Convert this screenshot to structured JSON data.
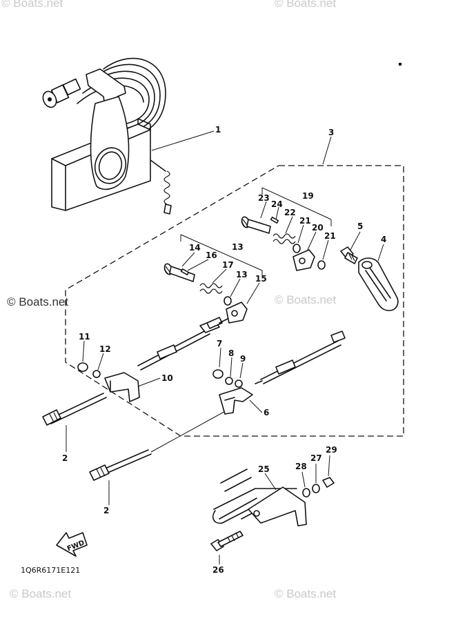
{
  "watermarks": {
    "top_left": "© Boats.net",
    "top_right": "© Boats.net",
    "mid_left": "© Boats.net",
    "mid_right": "© Boats.net",
    "bottom_left": "© Boats.net",
    "bottom_right": "© Boats.net"
  },
  "diagram_code": "1Q6R6171E121",
  "fwd_label": "FWD",
  "callouts": {
    "p1": "1",
    "p2a": "2",
    "p2b": "2",
    "p3": "3",
    "p4": "4",
    "p5": "5",
    "p6": "6",
    "p7": "7",
    "p8": "8",
    "p9": "9",
    "p10": "10",
    "p11": "11",
    "p12": "12",
    "p13a": "13",
    "p13b": "13",
    "p14": "14",
    "p15": "15",
    "p16": "16",
    "p17": "17",
    "p19": "19",
    "p20": "20",
    "p21a": "21",
    "p21b": "21",
    "p22": "22",
    "p23": "23",
    "p24": "24",
    "p25": "25",
    "p26": "26",
    "p27": "27",
    "p28": "28",
    "p29": "29"
  }
}
